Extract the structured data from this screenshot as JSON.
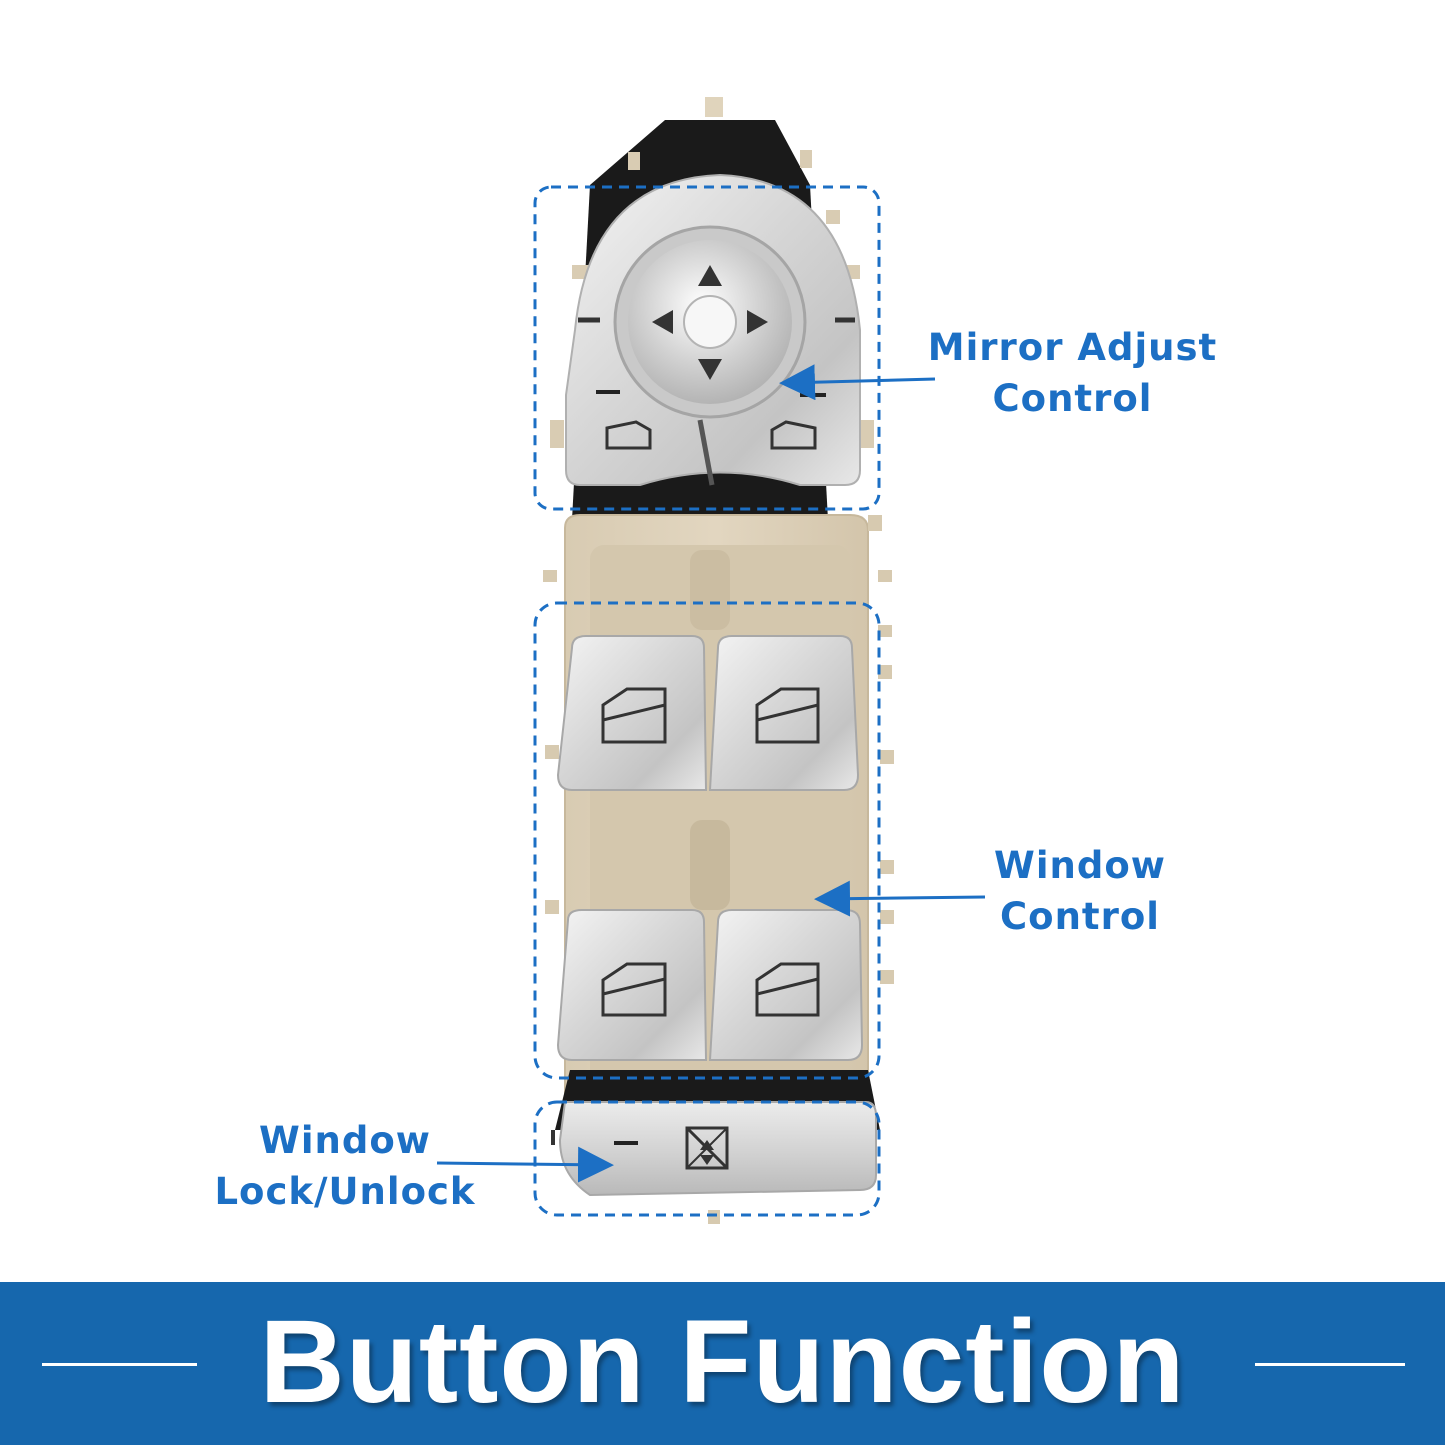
{
  "callouts": {
    "mirror_adjust": {
      "line1": "Mirror Adjust",
      "line2": "Control"
    },
    "window_control": {
      "line1": "Window",
      "line2": "Control"
    },
    "window_lock": {
      "line1": "Window",
      "line2": "Lock/Unlock"
    }
  },
  "banner": {
    "title": "Button Function"
  },
  "colors": {
    "accent_blue": "#1c6fc4",
    "banner_blue": "#1667ad",
    "housing_beige": "#dfd2bb",
    "chrome_silver": "#dcdcdc",
    "frame_black": "#1a1a1a"
  },
  "icons": {
    "mirror_joystick": "four-way-arrow-joystick-icon",
    "mirror_left": "left-mirror-icon",
    "mirror_right": "right-mirror-icon",
    "window_switch": "car-window-icon",
    "window_lock": "window-lock-icon"
  }
}
